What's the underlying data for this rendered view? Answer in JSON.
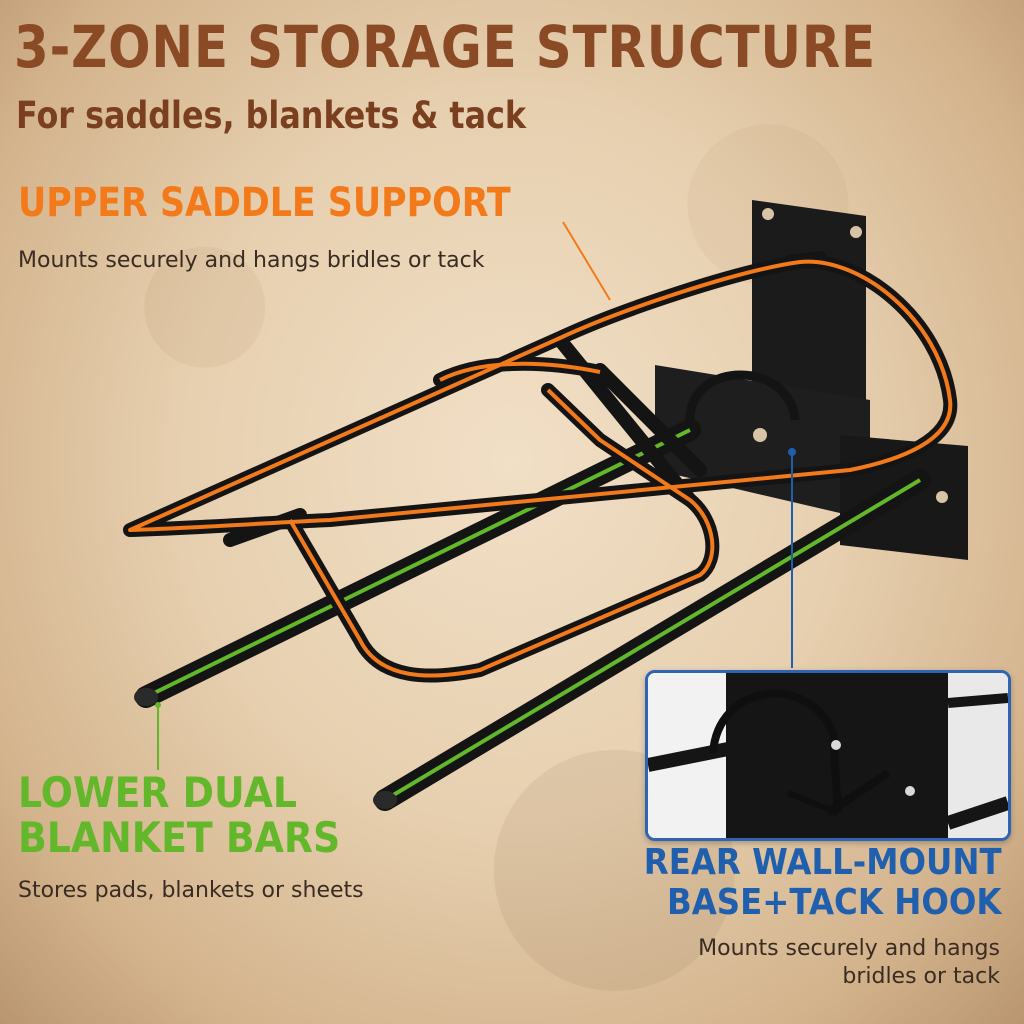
{
  "header": {
    "title": "3-ZONE STORAGE STRUCTURE",
    "subtitle": "For saddles, blankets & tack"
  },
  "zones": {
    "upper": {
      "heading": "UPPER SADDLE SUPPORT",
      "description": "Mounts securely and hangs bridles or tack",
      "color": "#f27a1a"
    },
    "lower": {
      "heading_line1": "LOWER DUAL",
      "heading_line2": "BLANKET BARS",
      "description": "Stores pads, blankets or sheets",
      "color": "#62b72a"
    },
    "rear": {
      "heading_line1": "REAR WALL-MOUNT",
      "heading_line2": "BASE+TACK HOOK",
      "description_line1": "Mounts securely and hangs",
      "description_line2": "bridles or tack",
      "color": "#1f5fae"
    }
  },
  "colors": {
    "title": "#8b4a26",
    "rack": "#151515"
  }
}
